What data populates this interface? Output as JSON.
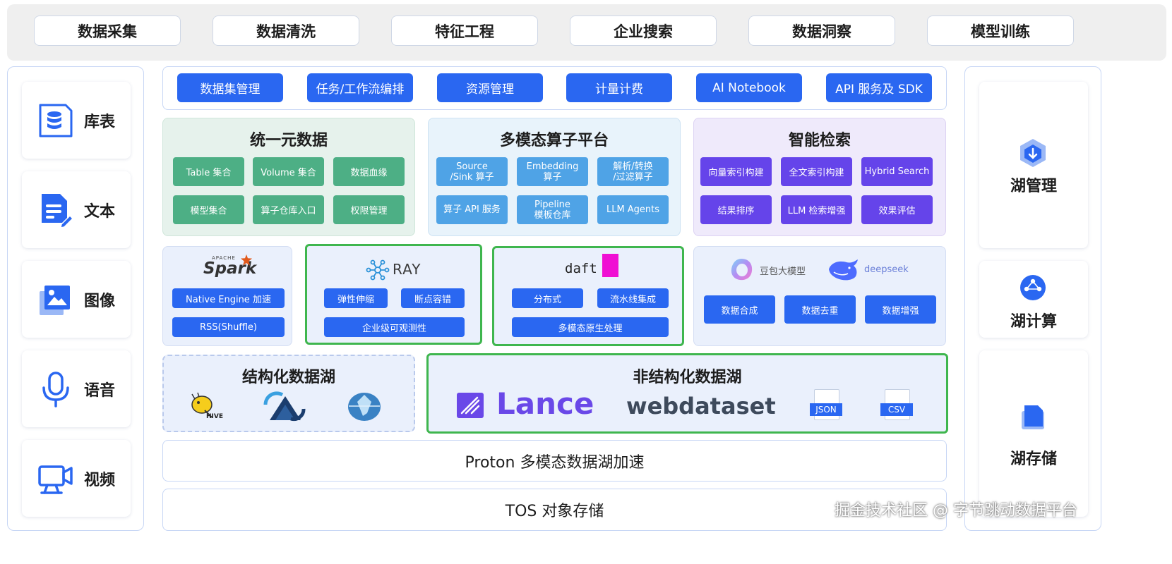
{
  "top_tabs": [
    "数据采集",
    "数据清洗",
    "特征工程",
    "企业搜索",
    "数据洞察",
    "模型训练"
  ],
  "left_items": [
    {
      "label": "库表",
      "icon": "database-icon"
    },
    {
      "label": "文本",
      "icon": "document-edit-icon"
    },
    {
      "label": "图像",
      "icon": "image-icon"
    },
    {
      "label": "语音",
      "icon": "microphone-icon"
    },
    {
      "label": "视频",
      "icon": "video-icon"
    }
  ],
  "right_items": [
    {
      "label": "湖管理",
      "icon": "lake-management-icon"
    },
    {
      "label": "湖计算",
      "icon": "lake-compute-icon"
    },
    {
      "label": "湖存储",
      "icon": "lake-storage-icon"
    }
  ],
  "service_buttons": [
    "数据集管理",
    "任务/工作流编排",
    "资源管理",
    "计量计费",
    "AI Notebook",
    "API 服务及 SDK"
  ],
  "unified_data": {
    "title": "统一元数据",
    "chips": [
      "Table 集合",
      "Volume 集合",
      "数据血缘",
      "模型集合",
      "算子仓库入口",
      "权限管理"
    ]
  },
  "operator_platform": {
    "title": "多模态算子平台",
    "chips": [
      [
        "Source",
        "/Sink 算子"
      ],
      [
        "Embedding",
        "算子"
      ],
      [
        "解析/转换",
        "/过滤算子"
      ],
      [
        "算子 API 服务"
      ],
      [
        "Pipeline",
        "模板仓库"
      ],
      [
        "LLM Agents"
      ]
    ]
  },
  "smart_search": {
    "title": "智能检索",
    "chips": [
      "向量索引构建",
      "全文索引构建",
      "Hybrid Search",
      "结果排序",
      "LLM 检索增强",
      "效果评估"
    ]
  },
  "spark": {
    "logo_small": "APACHE",
    "logo": "Spark",
    "items": [
      "Native Engine 加速",
      "RSS(Shuffle)"
    ]
  },
  "ray": {
    "logo": "RAY",
    "items": [
      "弹性伸缩",
      "断点容错",
      "企业级可观测性"
    ]
  },
  "daft": {
    "logo": "daft",
    "items": [
      "分布式",
      "流水线集成",
      "多模态原生处理"
    ]
  },
  "models": {
    "doubao": "豆包大模型",
    "deepseek": "deepseek",
    "items": [
      "数据合成",
      "数据去重",
      "数据增强"
    ]
  },
  "structured_lake": {
    "title": "结构化数据湖",
    "hive_label": "HIVE"
  },
  "unstructured_lake": {
    "title": "非结构化数据湖",
    "lance": "Lance",
    "webdataset": "webdataset",
    "json": "JSON",
    "csv": "CSV"
  },
  "proton": "Proton 多模态数据湖加速",
  "tos": "TOS 对象存储",
  "watermark": "掘金技术社区 @ 字节跳动数据平台",
  "colors": {
    "primary_blue": "#2a67f1",
    "green": "#4daf85",
    "light_blue": "#4fa3e6",
    "purple": "#6544ea",
    "frame_green": "#3fb64e"
  }
}
